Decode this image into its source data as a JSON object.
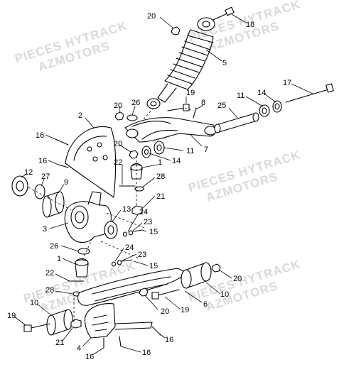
{
  "watermark": {
    "line1": "PIECES HYTRACK",
    "line2": "AZMOTORS"
  },
  "callouts": [
    {
      "id": "c-20-top",
      "label": "20"
    },
    {
      "id": "c-18",
      "label": "18"
    },
    {
      "id": "c-5",
      "label": "5"
    },
    {
      "id": "c-17",
      "label": "17"
    },
    {
      "id": "c-19-top",
      "label": "19"
    },
    {
      "id": "c-11-top",
      "label": "11"
    },
    {
      "id": "c-14-top",
      "label": "14"
    },
    {
      "id": "c-25",
      "label": "25"
    },
    {
      "id": "c-8",
      "label": "8"
    },
    {
      "id": "c-26-top",
      "label": "26"
    },
    {
      "id": "c-20-mid",
      "label": "20"
    },
    {
      "id": "c-2",
      "label": "2"
    },
    {
      "id": "c-16-a",
      "label": "16"
    },
    {
      "id": "c-7",
      "label": "7"
    },
    {
      "id": "c-11-mid",
      "label": "11"
    },
    {
      "id": "c-20-nut",
      "label": "20"
    },
    {
      "id": "c-14-mid",
      "label": "14"
    },
    {
      "id": "c-16-b",
      "label": "16"
    },
    {
      "id": "c-22-top",
      "label": "22"
    },
    {
      "id": "c-1-top",
      "label": "1"
    },
    {
      "id": "c-12",
      "label": "12"
    },
    {
      "id": "c-27",
      "label": "27"
    },
    {
      "id": "c-9",
      "label": "9"
    },
    {
      "id": "c-28-top",
      "label": "28"
    },
    {
      "id": "c-21-top",
      "label": "21"
    },
    {
      "id": "c-13",
      "label": "13"
    },
    {
      "id": "c-24-top",
      "label": "24"
    },
    {
      "id": "c-23-top",
      "label": "23"
    },
    {
      "id": "c-15-top",
      "label": "15"
    },
    {
      "id": "c-3",
      "label": "3"
    },
    {
      "id": "c-26-bot",
      "label": "26"
    },
    {
      "id": "c-24-bot",
      "label": "24"
    },
    {
      "id": "c-23-bot",
      "label": "23"
    },
    {
      "id": "c-1-bot",
      "label": "1"
    },
    {
      "id": "c-15-bot",
      "label": "15"
    },
    {
      "id": "c-22-bot",
      "label": "22"
    },
    {
      "id": "c-20-bot",
      "label": "20"
    },
    {
      "id": "c-10-right",
      "label": "10"
    },
    {
      "id": "c-28-bot",
      "label": "28"
    },
    {
      "id": "c-20-low",
      "label": "20"
    },
    {
      "id": "c-19-low",
      "label": "19"
    },
    {
      "id": "c-6",
      "label": "6"
    },
    {
      "id": "c-10-left",
      "label": "10"
    },
    {
      "id": "c-19-left",
      "label": "19"
    },
    {
      "id": "c-21-bot",
      "label": "21"
    },
    {
      "id": "c-16-c",
      "label": "16"
    },
    {
      "id": "c-4",
      "label": "4"
    },
    {
      "id": "c-16-d",
      "label": "16"
    },
    {
      "id": "c-16-e",
      "label": "16"
    }
  ]
}
